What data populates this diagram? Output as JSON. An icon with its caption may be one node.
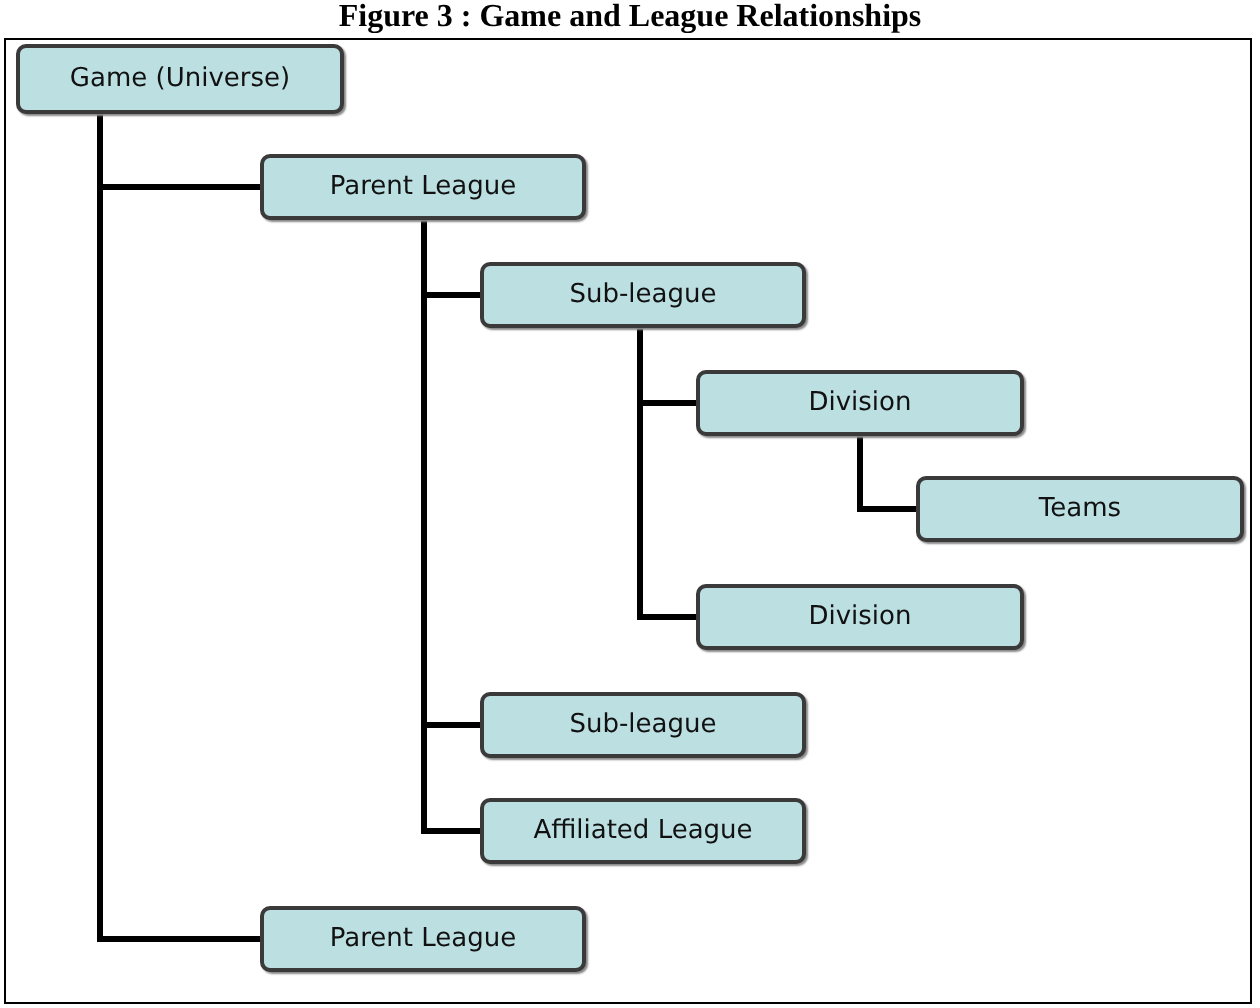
{
  "diagram": {
    "title": "Figure 3 : Game and League Relationships",
    "nodes": [
      {
        "text": [
          "Game (Universe)"
        ]
      },
      {
        "text": [
          "Parent League"
        ]
      },
      {
        "text": [
          "Sub-league"
        ]
      },
      {
        "text": [
          "Division"
        ]
      },
      {
        "text": [
          "Teams"
        ]
      },
      {
        "text": [
          "Division"
        ]
      },
      {
        "text": [
          "Sub-league"
        ]
      },
      {
        "text": [
          "Affiliated League"
        ]
      },
      {
        "text": [
          "Parent League"
        ]
      }
    ],
    "edges": [
      {
        "from": 0,
        "to": 1,
        "arrow": "none"
      },
      {
        "from": 0,
        "to": 8,
        "arrow": "none"
      },
      {
        "from": 1,
        "to": 2,
        "arrow": "none"
      },
      {
        "from": 1,
        "to": 6,
        "arrow": "none"
      },
      {
        "from": 1,
        "to": 7,
        "arrow": "none"
      },
      {
        "from": 2,
        "to": 3,
        "arrow": "none"
      },
      {
        "from": 2,
        "to": 5,
        "arrow": "none"
      },
      {
        "from": 3,
        "to": 4,
        "arrow": "none"
      }
    ]
  }
}
